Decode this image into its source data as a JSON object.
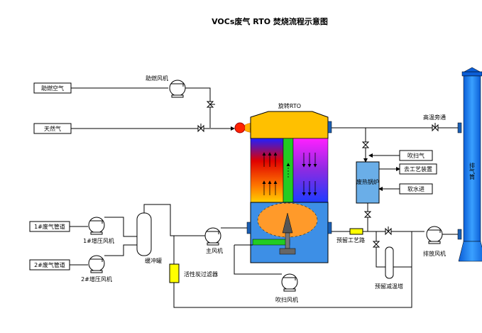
{
  "title": "VOCs废气 RTO 焚烧流程示意图",
  "colors": {
    "tower_blue": "#3d8fe6",
    "stack_blue": "#1e7ee6",
    "chamber_top": "#ffc000",
    "filter_yellow": "#ffff00",
    "boiler": "#6aaee8",
    "burner": "#ff2200"
  },
  "labels": {
    "combustion_fan": "助燃风机",
    "combustion_air": "助燃空气",
    "natural_gas": "天然气",
    "rto": "旋转RTO",
    "high_temp_bypass": "高温旁通",
    "purge_gas": "吹扫气",
    "waste_heat_boiler": "废热锅炉",
    "to_process": "去工艺装置",
    "soft_water": "软水进",
    "line1": "1#废气管道",
    "booster1": "1#增压风机",
    "line2": "2#废气管道",
    "booster2": "2#增压风机",
    "buffer_tank": "缓冲罐",
    "main_fan": "主风机",
    "activated_filter": "活性炭过滤器",
    "purge_fan": "吹扫风机",
    "to_process2": "预留工艺路",
    "exhaust_fan": "排放风机",
    "quench": "预留减温塔",
    "stack": "排气筒"
  }
}
